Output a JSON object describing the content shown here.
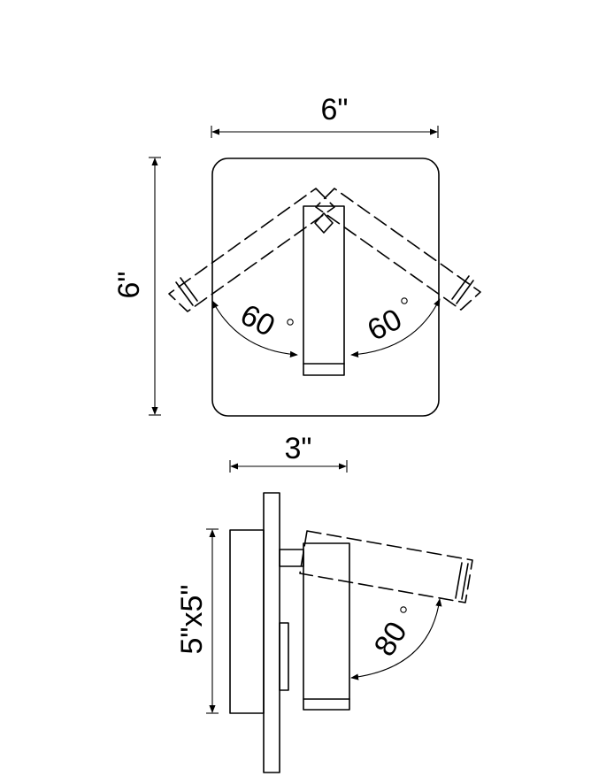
{
  "front_view": {
    "width_label": "6\"",
    "height_label": "6\"",
    "left_swing_angle": "60",
    "right_swing_angle": "60",
    "degree_mark": "°"
  },
  "side_view": {
    "depth_label": "3\"",
    "plate_label": "5\"x5\"",
    "tilt_angle": "80",
    "degree_mark": "°"
  }
}
